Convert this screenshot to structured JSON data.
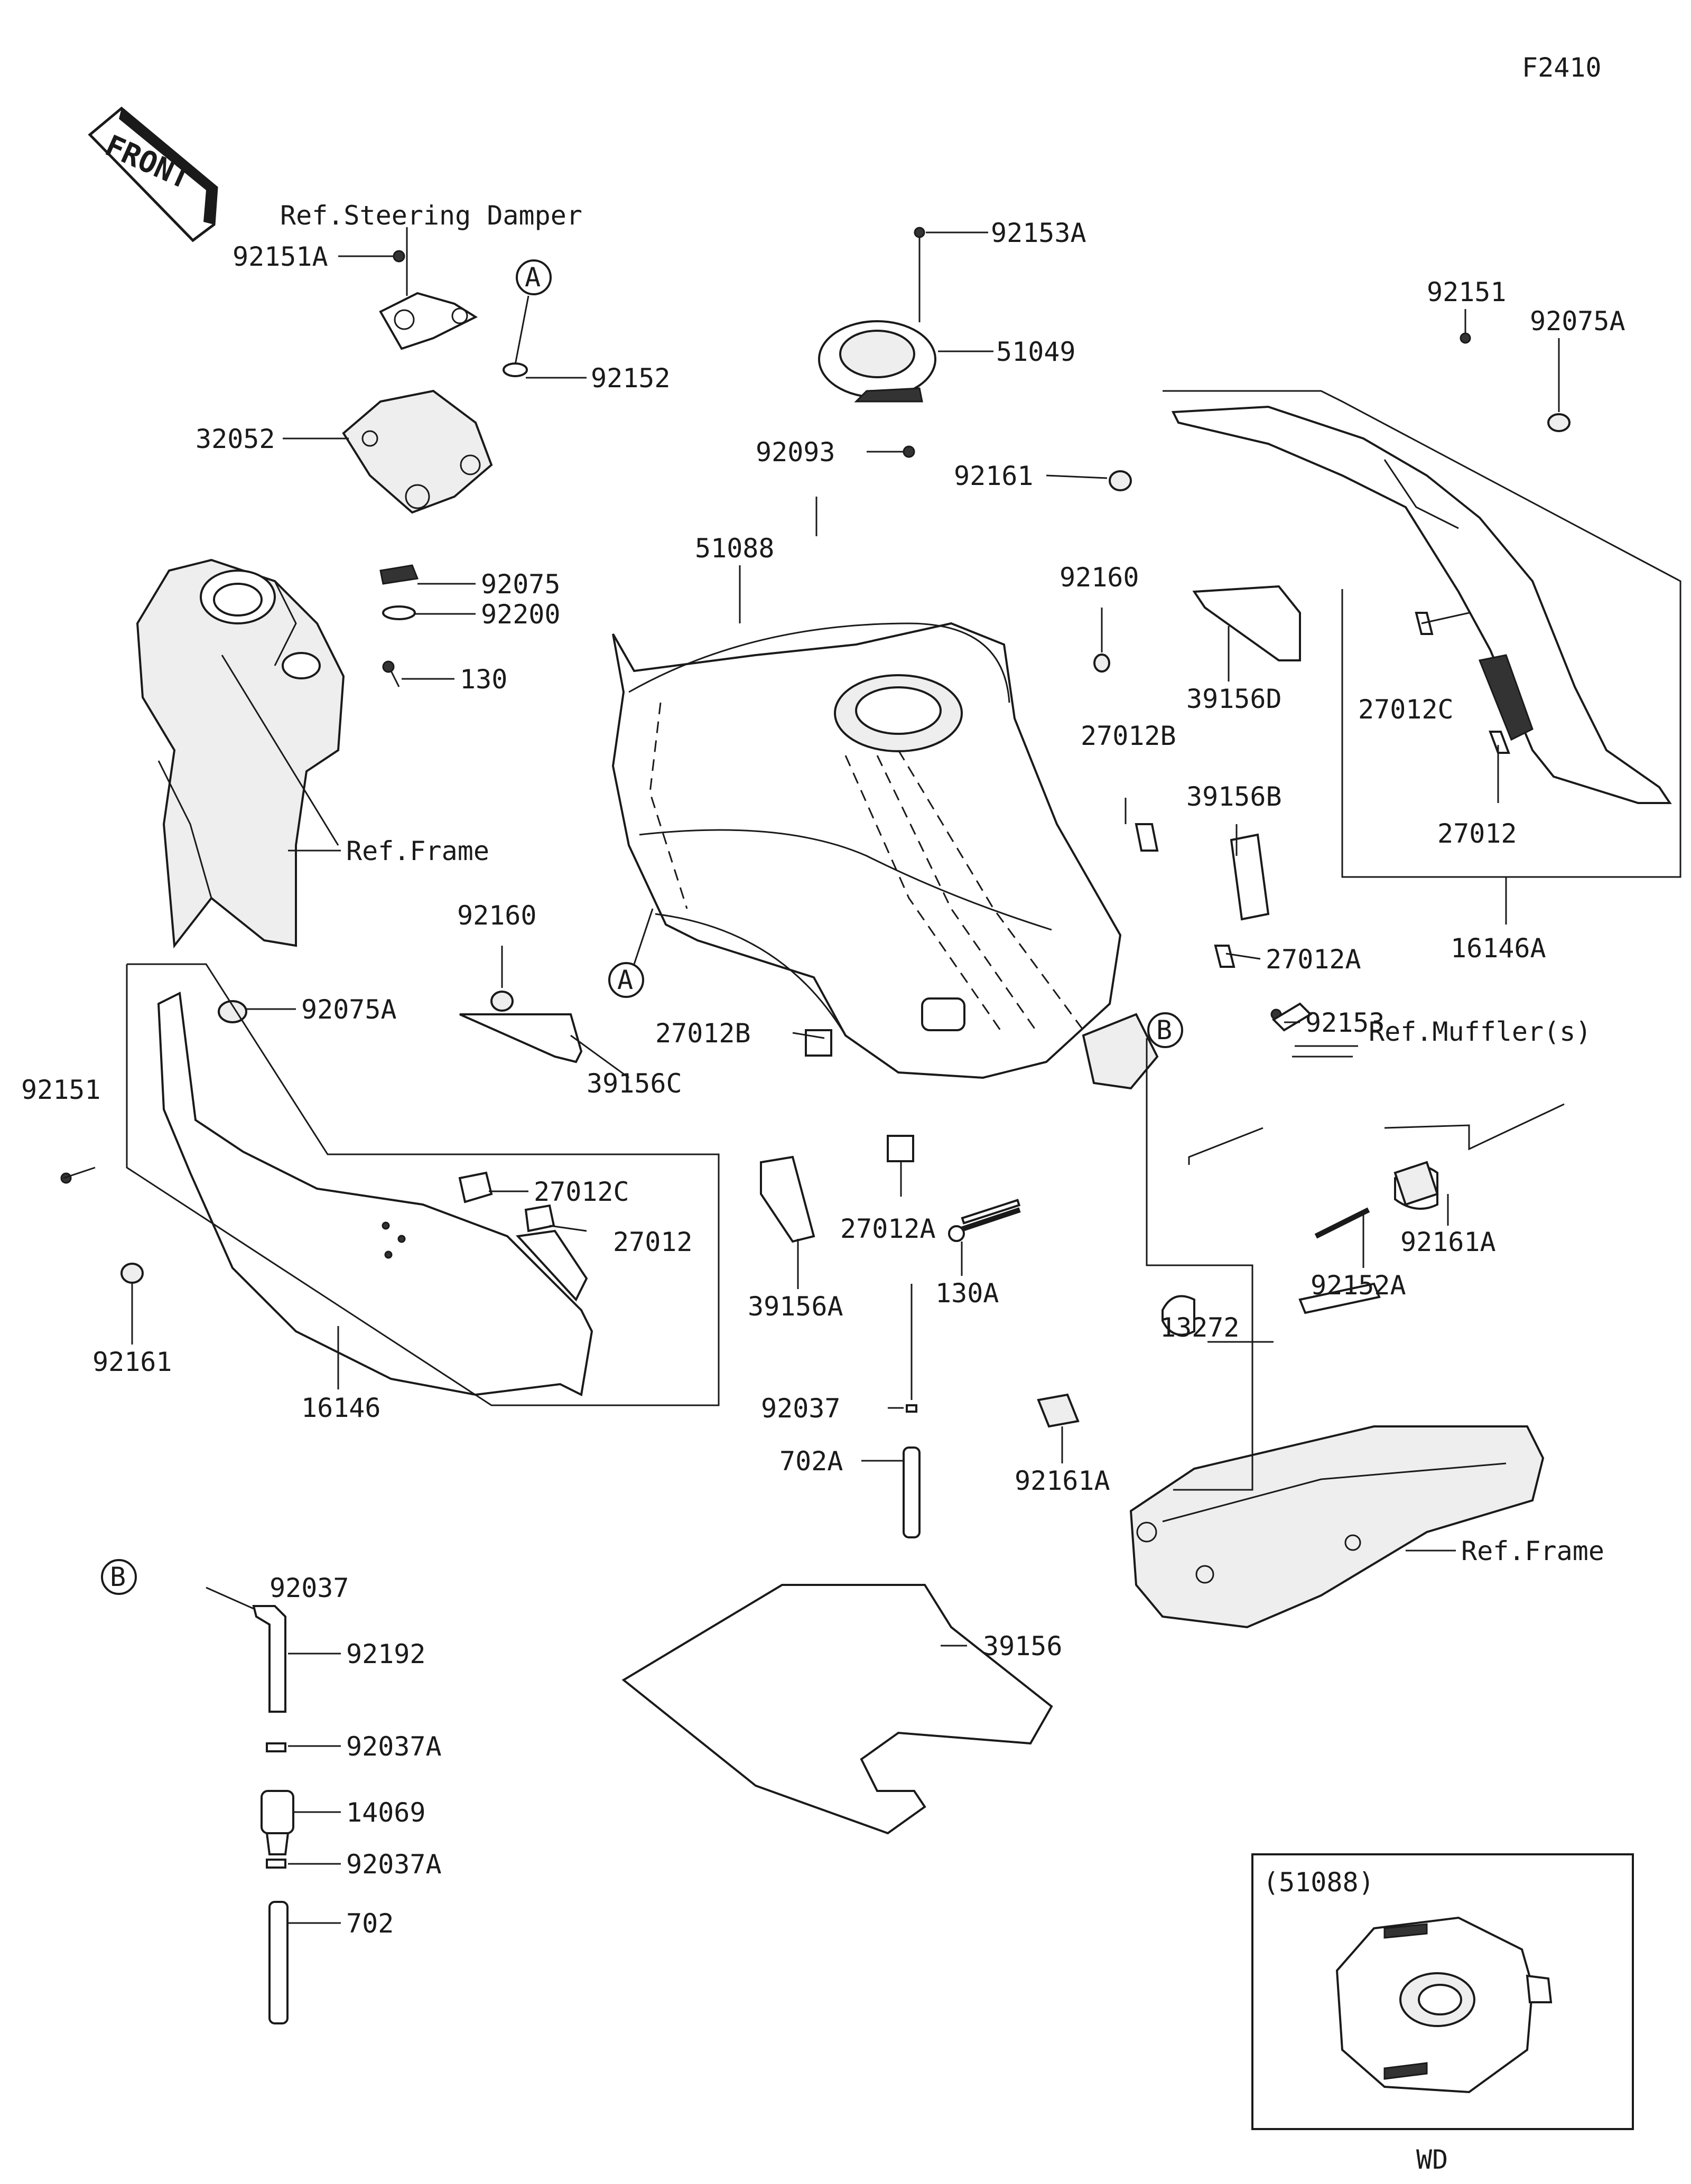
{
  "figure_code": "F2410",
  "front_arrow_text": "FRONT",
  "ref_steering_damper": "Ref.Steering Damper",
  "ref_frame": "Ref.Frame",
  "ref_mufflers": "Ref.Muffler(s)",
  "ref_points": {
    "a": "A",
    "b": "B"
  },
  "inset": {
    "title": "(51088)",
    "caption": "WD"
  },
  "parts": [
    {
      "id": "p92153a",
      "text": "92153A"
    },
    {
      "id": "p51049",
      "text": "51049"
    },
    {
      "id": "p92093",
      "text": "92093"
    },
    {
      "id": "p92151a",
      "text": "92151A"
    },
    {
      "id": "p92152",
      "text": "92152"
    },
    {
      "id": "p32052",
      "text": "32052"
    },
    {
      "id": "p92075",
      "text": "92075"
    },
    {
      "id": "p92200",
      "text": "92200"
    },
    {
      "id": "p130",
      "text": "130"
    },
    {
      "id": "p51088",
      "text": "51088"
    },
    {
      "id": "p92151_r",
      "text": "92151"
    },
    {
      "id": "p92075a_r",
      "text": "92075A"
    },
    {
      "id": "p92161_r",
      "text": "92161"
    },
    {
      "id": "p92160_r",
      "text": "92160"
    },
    {
      "id": "p39156d",
      "text": "39156D"
    },
    {
      "id": "p27012c_r",
      "text": "27012C"
    },
    {
      "id": "p27012b_r",
      "text": "27012B"
    },
    {
      "id": "p39156b",
      "text": "39156B"
    },
    {
      "id": "p27012_r",
      "text": "27012"
    },
    {
      "id": "p27012a_r",
      "text": "27012A"
    },
    {
      "id": "p16146a",
      "text": "16146A"
    },
    {
      "id": "p92160_l",
      "text": "92160"
    },
    {
      "id": "p92075a_l",
      "text": "92075A"
    },
    {
      "id": "p27012b_c",
      "text": "27012B"
    },
    {
      "id": "p92153",
      "text": "92153"
    },
    {
      "id": "p39156c",
      "text": "39156C"
    },
    {
      "id": "p92151_l",
      "text": "92151"
    },
    {
      "id": "p27012c_l",
      "text": "27012C"
    },
    {
      "id": "p27012_l",
      "text": "27012"
    },
    {
      "id": "p92161_l",
      "text": "92161"
    },
    {
      "id": "p16146",
      "text": "16146"
    },
    {
      "id": "p39156a",
      "text": "39156A"
    },
    {
      "id": "p27012a_c",
      "text": "27012A"
    },
    {
      "id": "p130a",
      "text": "130A"
    },
    {
      "id": "p92161a_r",
      "text": "92161A"
    },
    {
      "id": "p92152a",
      "text": "92152A"
    },
    {
      "id": "p13272",
      "text": "13272"
    },
    {
      "id": "p92161a_c",
      "text": "92161A"
    },
    {
      "id": "p92037",
      "text": "92037"
    },
    {
      "id": "p702a",
      "text": "702A"
    },
    {
      "id": "p39156",
      "text": "39156"
    },
    {
      "id": "p92037_b",
      "text": "92037"
    },
    {
      "id": "p92192",
      "text": "92192"
    },
    {
      "id": "p92037a_1",
      "text": "92037A"
    },
    {
      "id": "p14069",
      "text": "14069"
    },
    {
      "id": "p92037a_2",
      "text": "92037A"
    },
    {
      "id": "p702",
      "text": "702"
    }
  ]
}
